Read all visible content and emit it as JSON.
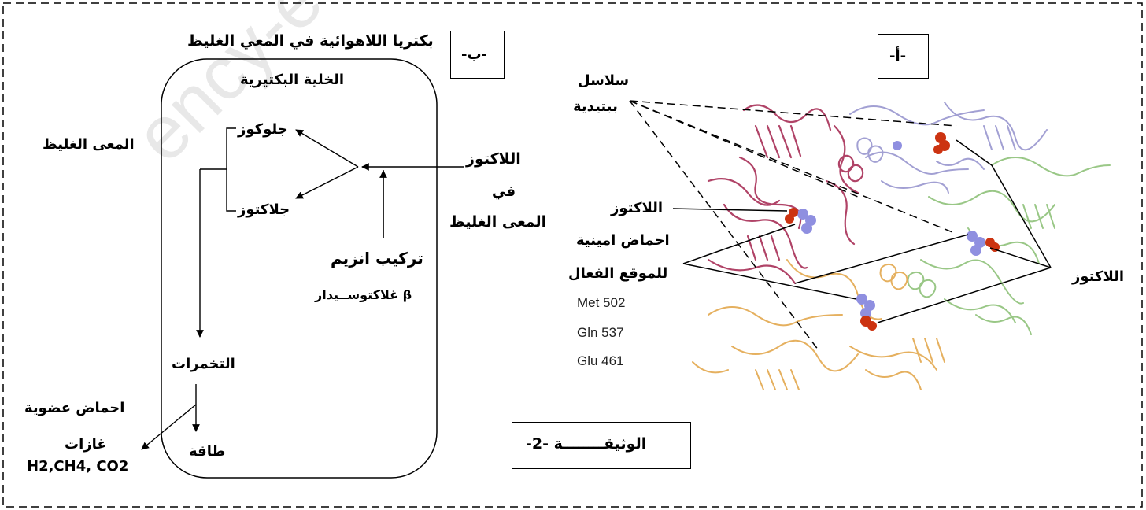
{
  "watermark": "ency-ed",
  "labels": {
    "panel_b": "-ب-",
    "panel_a": "-أ-",
    "anaerobic_title": "بكتريا اللاهوائية في المعي الغليظ",
    "bacterial_cell": "الخلية البكتيرية",
    "large_intestine_left": "المعى الغليظ",
    "glucose": "جلوكوز",
    "galactose": "جلاكتوز",
    "lactose_b_1": "اللاكتوز",
    "lactose_b_2": "في",
    "lactose_b_3": "المعى الغليظ",
    "enzyme_1": "تركيب انزيم",
    "enzyme_2": "β غلاكتوســيداز",
    "fermentations": "التخمرات",
    "organic_acids": "احماض عضوية",
    "gases": "غازات",
    "gas_formulas": "H2,CH4, CO2",
    "energy": "طاقة",
    "document": "الوثيقــــــــة -2-",
    "peptide_chains_1": "سلاسل",
    "peptide_chains_2": "ببتيدية",
    "lactose_a": "اللاكتوز",
    "amino_acids_1": "احماض امينية",
    "amino_acids_2": "للموقع الفعال",
    "met": "Met 502",
    "gln": "Gln 537",
    "glu": "Glu 461",
    "lactose_right": "اللاكتوز"
  },
  "colors": {
    "chain_red": "#a3234d",
    "chain_purple": "#8c89c9",
    "chain_green": "#8fc27a",
    "chain_orange": "#e3a84e",
    "ligand_blue": "#8f8fe0",
    "ligand_red": "#cc3311"
  }
}
